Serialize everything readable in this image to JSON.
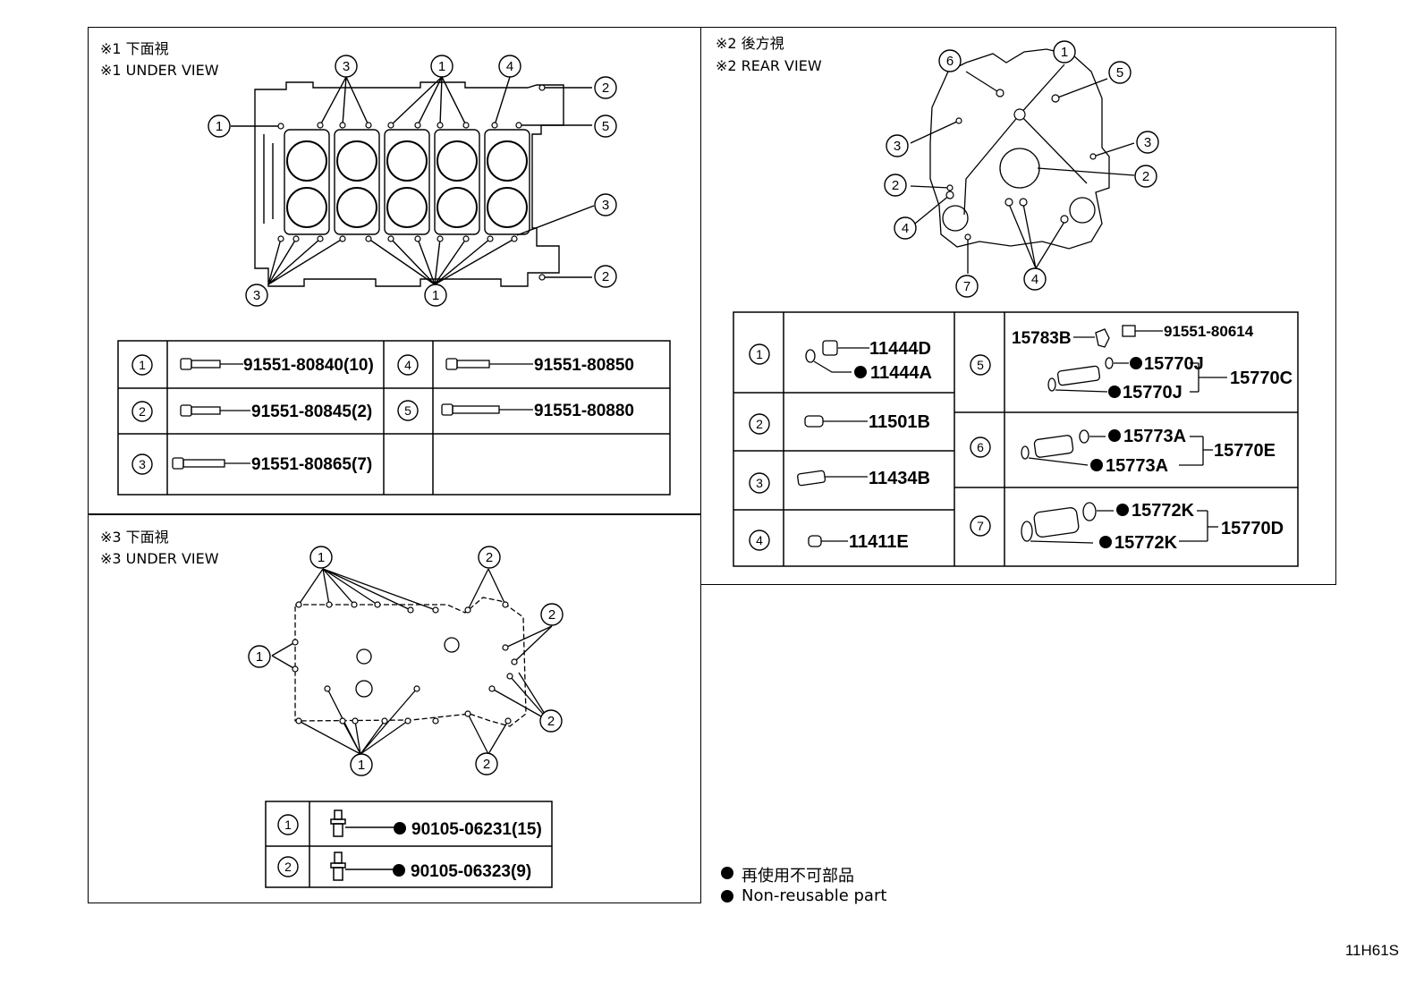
{
  "footer_code": "11H61S",
  "sections": {
    "under1": {
      "title_jp": "※1 下面視",
      "title_en": "※1 UNDER VIEW"
    },
    "rear2": {
      "title_jp": "※2 後方視",
      "title_en": "※2 REAR VIEW"
    },
    "under3": {
      "title_jp": "※3 下面視",
      "title_en": "※3 UNDER VIEW"
    }
  },
  "markers": [
    "①",
    "②",
    "③",
    "④",
    "⑤",
    "⑥",
    "⑦"
  ],
  "table1": [
    {
      "key": "①",
      "part": "91551-80840(10)"
    },
    {
      "key": "②",
      "part": "91551-80845(2)"
    },
    {
      "key": "③",
      "part": "91551-80865(7)"
    },
    {
      "key": "④",
      "part": "91551-80850"
    },
    {
      "key": "⑤",
      "part": "91551-80880"
    }
  ],
  "table2": [
    {
      "key": "①",
      "parts": [
        "11444D",
        "11444A"
      ]
    },
    {
      "key": "②",
      "parts": [
        "11501B"
      ]
    },
    {
      "key": "③",
      "parts": [
        "11434B"
      ]
    },
    {
      "key": "④",
      "parts": [
        "11411E"
      ]
    },
    {
      "key": "⑤",
      "parts": [
        "15783B",
        "91551-80614",
        "15770J",
        "15770J"
      ],
      "assembly": "15770C"
    },
    {
      "key": "⑥",
      "parts": [
        "15773A",
        "15773A"
      ],
      "assembly": "15770E"
    },
    {
      "key": "⑦",
      "parts": [
        "15772K",
        "15772K"
      ],
      "assembly": "15770D"
    }
  ],
  "table3": [
    {
      "key": "①",
      "part": "90105-06231(15)"
    },
    {
      "key": "②",
      "part": "90105-06323(9)"
    }
  ],
  "legend": {
    "jp": "再使用不可部品",
    "en": "Non-reusable part"
  }
}
